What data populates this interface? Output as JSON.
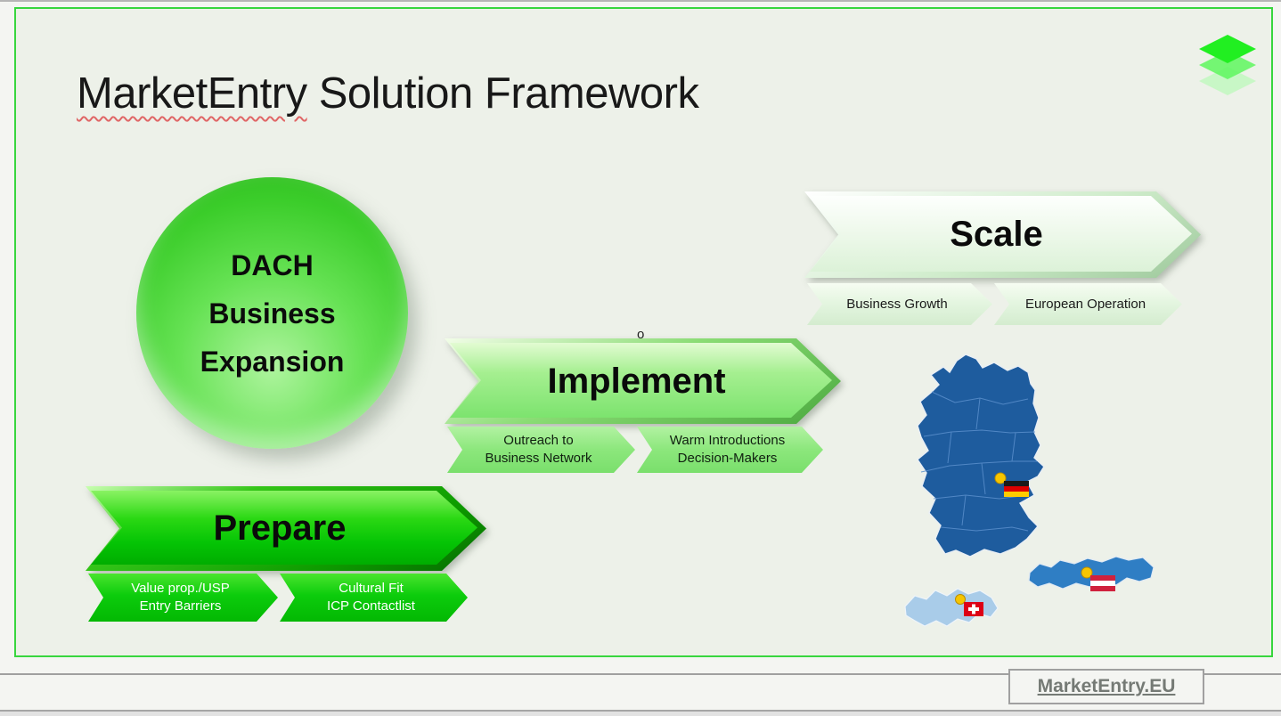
{
  "title": {
    "part1": "MarketEntry",
    "part2": " Solution Framework"
  },
  "logo_icon": "layers-icon",
  "circle": {
    "line1": "DACH",
    "line2": "Business",
    "line3": "Expansion"
  },
  "stages": {
    "scale": {
      "label": "Scale",
      "sub1": "Business Growth",
      "sub2": "European Operation"
    },
    "implement": {
      "label": "Implement",
      "sub1_line1": "Outreach to",
      "sub1_line2": "Business Network",
      "sub2_line1": "Warm Introductions",
      "sub2_line2": "Decision-Makers"
    },
    "prepare": {
      "label": "Prepare",
      "sub1_line1": "Value prop./USP",
      "sub1_line2": "Entry Barriers",
      "sub2_line1": "Cultural Fit",
      "sub2_line2": "ICP Contactlist"
    }
  },
  "map": {
    "region": "DACH",
    "countries": [
      "Germany",
      "Austria",
      "Switzerland"
    ],
    "colors": {
      "germany": "#1e5c9e",
      "austria": "#2f7ec4",
      "switzerland": "#a9cce9"
    }
  },
  "stray_character": "o",
  "footer": {
    "link_label": "MarketEntry.EU"
  },
  "colors": {
    "slide_border": "#38d63e",
    "prepare_green": "#00cc00",
    "implement_green": "#8de87c",
    "scale_green": "#e9f8e7",
    "marker_yellow": "#f6c500"
  }
}
